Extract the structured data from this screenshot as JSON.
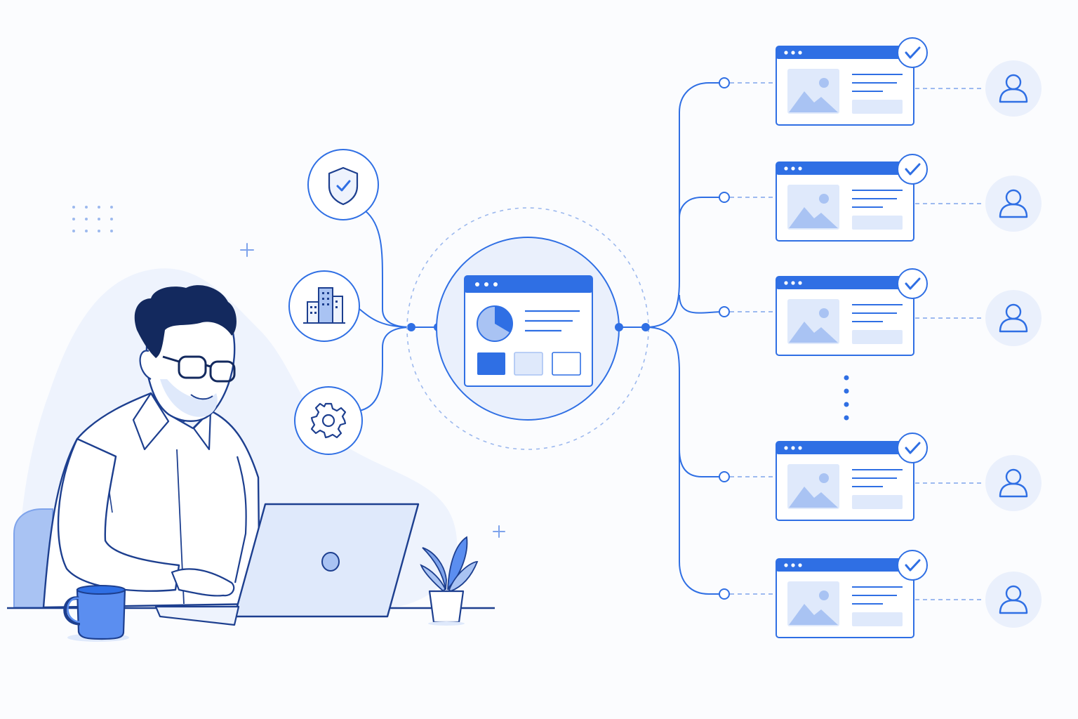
{
  "colors": {
    "background": "#fbfcfe",
    "primary": "#2f6fe4",
    "line_navy": "#1d3f8f",
    "light_blue": "#dfe9fb",
    "pale_blue": "#eef3fd",
    "mid_blue": "#a9c3f3",
    "dark_hair": "#13295e"
  },
  "illustration": {
    "left_icons": [
      "shield-check-icon",
      "buildings-icon",
      "gear-icon"
    ],
    "hub": "dashboard-window",
    "output_pages": [
      {
        "status": "checked",
        "recipient": "user-icon"
      },
      {
        "status": "checked",
        "recipient": "user-icon"
      },
      {
        "status": "checked",
        "recipient": "user-icon"
      },
      {
        "status": "checked",
        "recipient": "user-icon"
      },
      {
        "status": "checked",
        "recipient": "user-icon"
      }
    ],
    "ellipsis": "more-pages-indicator"
  }
}
